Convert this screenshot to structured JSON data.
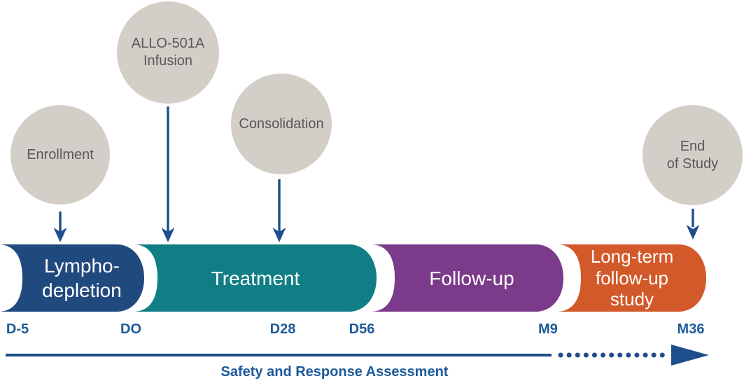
{
  "colors": {
    "circle_fill": "#d4cec9",
    "circle_text": "#58585c",
    "arrow_blue": "#1e4e8c",
    "tick_blue": "#1e5a99",
    "assessment_blue": "#1d5a9c",
    "stage_text": "#ffffff"
  },
  "milestones": [
    {
      "label": "Enrollment"
    },
    {
      "label": "ALLO-501A\nInfusion"
    },
    {
      "label": "Consolidation"
    },
    {
      "label": "End\nof Study"
    }
  ],
  "stages": [
    {
      "label": "Lympho-\ndepletion",
      "color": "#20497e"
    },
    {
      "label": "Treatment",
      "color": "#117e86"
    },
    {
      "label": "Follow-up",
      "color": "#7c3a8a"
    },
    {
      "label": "Long-term\nfollow-up\nstudy",
      "color": "#d2592a"
    }
  ],
  "timeline": {
    "ticks": [
      "D-5",
      "DO",
      "D28",
      "D56",
      "M9",
      "M36"
    ],
    "assessment_label": "Safety and Response Assessment"
  }
}
